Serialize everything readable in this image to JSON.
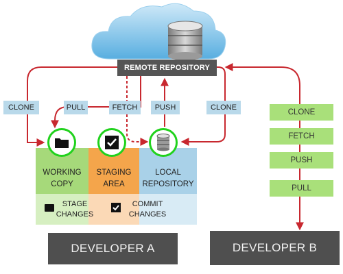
{
  "remote": {
    "label": "REMOTE REPOSITORY"
  },
  "flows": {
    "clone_left": "CLONE",
    "pull": "PULL",
    "fetch": "FETCH",
    "push": "PUSH",
    "clone_right": "CLONE"
  },
  "developer_a": {
    "label": "DEVELOPER A",
    "working_copy": "WORKING\nCOPY",
    "staging_area": "STAGING\nAREA",
    "local_repository": "LOCAL\nREPOSITORY",
    "stage_changes": "STAGE\nCHANGES",
    "commit_changes": "COMMIT\nCHANGES"
  },
  "developer_b": {
    "label": "DEVELOPER B",
    "actions": [
      "CLONE",
      "FETCH",
      "PUSH",
      "PULL"
    ]
  },
  "colors": {
    "arrow": "#c8282f",
    "working": "#a6d97a",
    "staging": "#f4a54b",
    "local": "#a9d1e8",
    "ring": "#21d21d",
    "tag": "#b9d9ea",
    "dev_box": "#4f4f4f"
  },
  "icons": [
    "cloud-icon",
    "database-icon",
    "folder-icon",
    "checkbox-icon"
  ]
}
